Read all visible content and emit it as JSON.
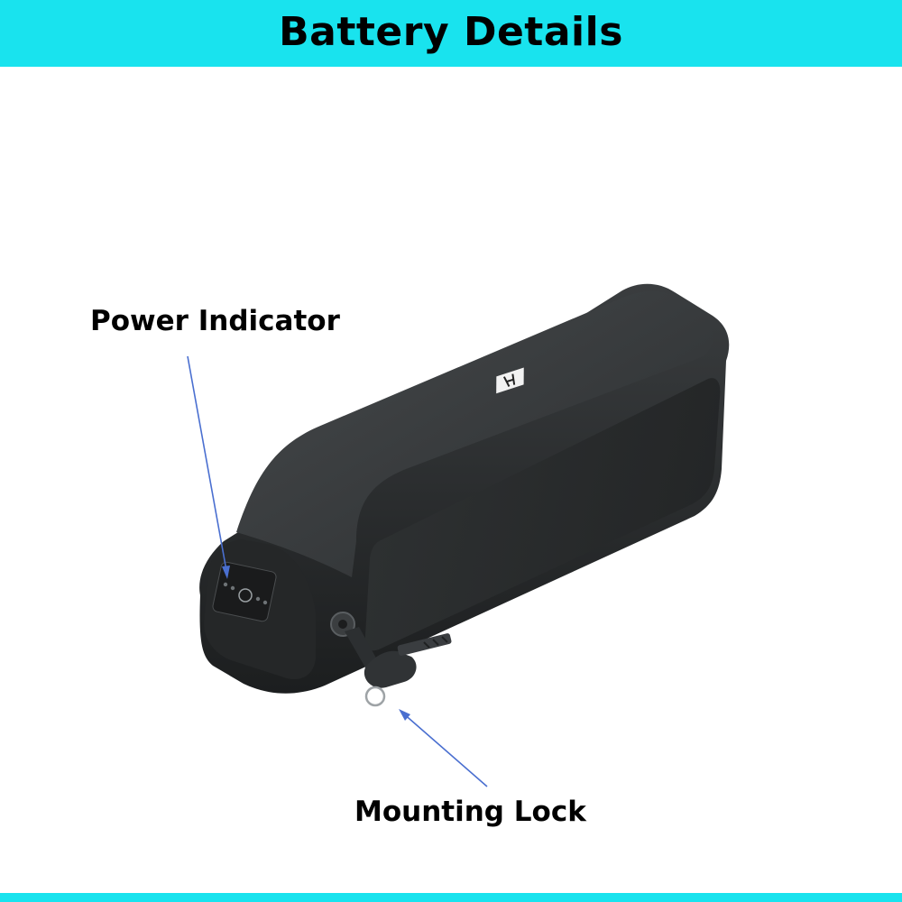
{
  "header": {
    "title": "Battery Details"
  },
  "callouts": {
    "power_indicator": "Power Indicator",
    "mounting_lock": "Mounting Lock"
  },
  "colors": {
    "accent_bar": "#19e3ee",
    "arrow": "#4a6fd0",
    "battery_body": "#2a2d2e"
  },
  "icons": {
    "brand_logo": "hailong-logo-icon",
    "key": "key-icon",
    "power_button": "power-button-icon"
  }
}
